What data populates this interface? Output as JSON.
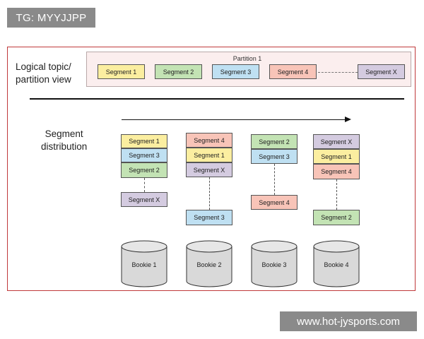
{
  "overlays": {
    "top_left": "TG: MYYJJPP",
    "bottom_right": "www.hot-jysports.com"
  },
  "captions": {
    "logical_line1": "Logical topic/",
    "logical_line2": "partition view",
    "segment_line1": "Segment",
    "segment_line2": "distribution"
  },
  "partition": {
    "title": "Partition 1",
    "segments": [
      "Segment 1",
      "Segment 2",
      "Segment 3",
      "Segment 4",
      "Segment X"
    ]
  },
  "columns": [
    {
      "top": [
        "Segment 1",
        "Segment 3",
        "Segment 2"
      ],
      "bottom": "Segment X",
      "bookie": "Bookie 1"
    },
    {
      "top": [
        "Segment 4",
        "Segment 1",
        "Segment X"
      ],
      "bottom": "Segment 3",
      "bookie": "Bookie 2"
    },
    {
      "top": [
        "Segment 2",
        "Segment 3"
      ],
      "bottom": "Segment 4",
      "bookie": "Bookie 3"
    },
    {
      "top": [
        "Segment X",
        "Segment 1",
        "Segment 4"
      ],
      "bottom": "Segment 2",
      "bookie": "Bookie 4"
    }
  ],
  "colors": {
    "segment_1": "#fbeea0",
    "segment_2": "#c3e3b4",
    "segment_3": "#bfe0f2",
    "segment_4": "#f8c4b8",
    "segment_x": "#d4cbe0",
    "frame": "#c0393b",
    "cylinder": "#d9d9d9"
  }
}
